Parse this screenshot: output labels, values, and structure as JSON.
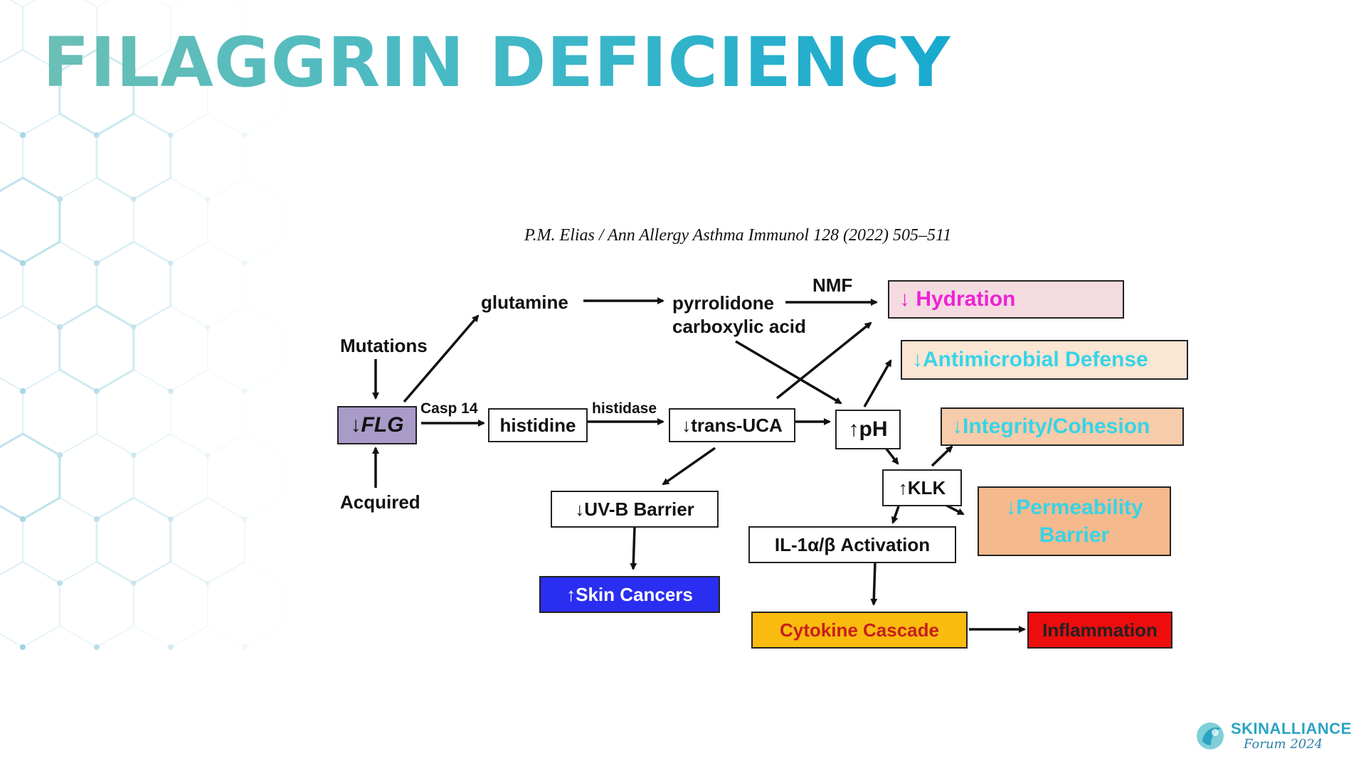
{
  "slide": {
    "title": "FILAGGRIN DEFICIENCY",
    "citation": "P.M. Elias / Ann Allergy Asthma Immunol 128 (2022) 505–511"
  },
  "colors": {
    "title_gradient_start": "#6bbfb5",
    "title_gradient_end": "#17a9cf",
    "hex_lines": "#bfe3ec",
    "hex_dots": "#9fd3e2",
    "flg_box": "#a99bc8",
    "hydration_box": "#f3dbe0",
    "hydration_text": "#ee22d6",
    "antimicrobial_box": "#fbe5d3",
    "integrity_box": "#f6ccaa",
    "permeability_box": "#f5b98e",
    "cyan_text": "#36d4e6",
    "skin_cancers_box": "#2a2ef0",
    "cytokine_box": "#f9bb0d",
    "cytokine_text": "#c81e1e",
    "inflammation_box": "#ee0d0d"
  },
  "diagram": {
    "labels": {
      "mutations": "Mutations",
      "acquired": "Acquired",
      "glutamine": "glutamine",
      "pyrrolidone_line1": "pyrrolidone",
      "pyrrolidone_line2": "carboxylic acid",
      "nmf": "NMF",
      "casp14": "Casp 14",
      "histidase": "histidase"
    },
    "boxes": {
      "flg": "↓FLG",
      "histidine": "histidine",
      "trans_uca": "↓trans-UCA",
      "ph": "↑pH",
      "klk": "↑KLK",
      "il1": "IL-1α/β Activation",
      "uvb": "↓UV-B Barrier",
      "skin_cancers": "↑Skin Cancers",
      "cytokine": "Cytokine Cascade",
      "inflammation": "Inflammation",
      "hydration": "↓ Hydration",
      "antimicrobial": "↓Antimicrobial Defense",
      "integrity": "↓Integrity/Cohesion",
      "permeability_line1": "↓Permeability",
      "permeability_line2": "Barrier"
    }
  },
  "logo": {
    "name": "SKINALLIANCE",
    "tagline": "Forum 2024"
  }
}
